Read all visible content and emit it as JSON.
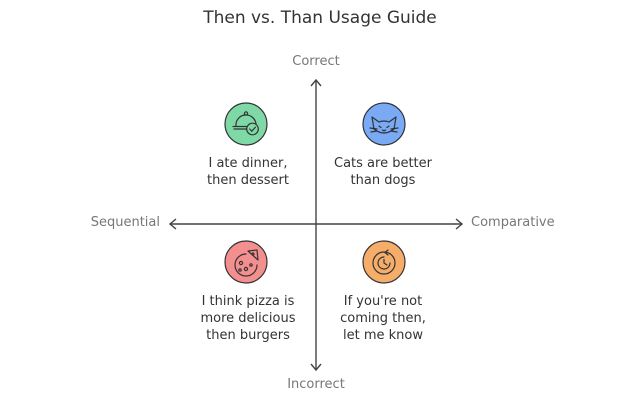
{
  "title": "Then vs. Than Usage Guide",
  "axes": {
    "top": "Correct",
    "bottom": "Incorrect",
    "left": "Sequential",
    "right": "Comparative"
  },
  "quadrants": [
    {
      "id": "top-left",
      "icon": "dinner-cloche-check-icon",
      "color": "#7ed9a6",
      "text": "I ate dinner,\nthen dessert"
    },
    {
      "id": "top-right",
      "icon": "cat-face-icon",
      "color": "#7aa9f5",
      "text": "Cats are better\nthan dogs"
    },
    {
      "id": "bottom-left",
      "icon": "pizza-icon",
      "color": "#f48f8f",
      "text": "I think pizza is\nmore delicious\nthen burgers"
    },
    {
      "id": "bottom-right",
      "icon": "circular-arrow-icon",
      "color": "#f6ad6a",
      "text": "If you're not\ncoming then,\nlet me know"
    }
  ]
}
